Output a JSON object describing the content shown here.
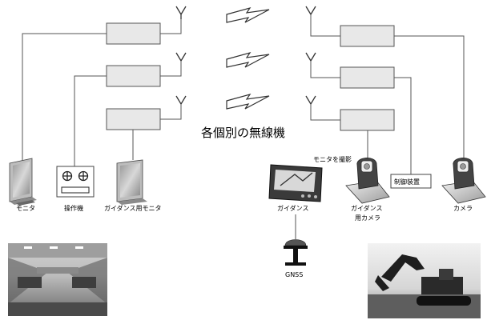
{
  "title": "各個別の無線機",
  "labels": {
    "monitor": "モニタ",
    "operator": "操作機",
    "guidance_monitor": "ガイダンス用モニタ",
    "filming": "モニタを撮影",
    "guidance": "ガイダンス",
    "guidance_camera_1": "ガイダンス",
    "guidance_camera_2": "用カメラ",
    "control_device": "制御装置",
    "camera": "カメラ",
    "gnss": "GNSS"
  },
  "colors": {
    "radio_box": "#e8e8e8",
    "line": "#555555",
    "bolt": "#333333"
  },
  "icons": [
    "antenna-icon",
    "lightning-icon",
    "monitor-icon",
    "controller-icon",
    "tablet-icon",
    "camera-icon",
    "gnss-antenna-icon",
    "office-photo",
    "excavator-photo"
  ]
}
